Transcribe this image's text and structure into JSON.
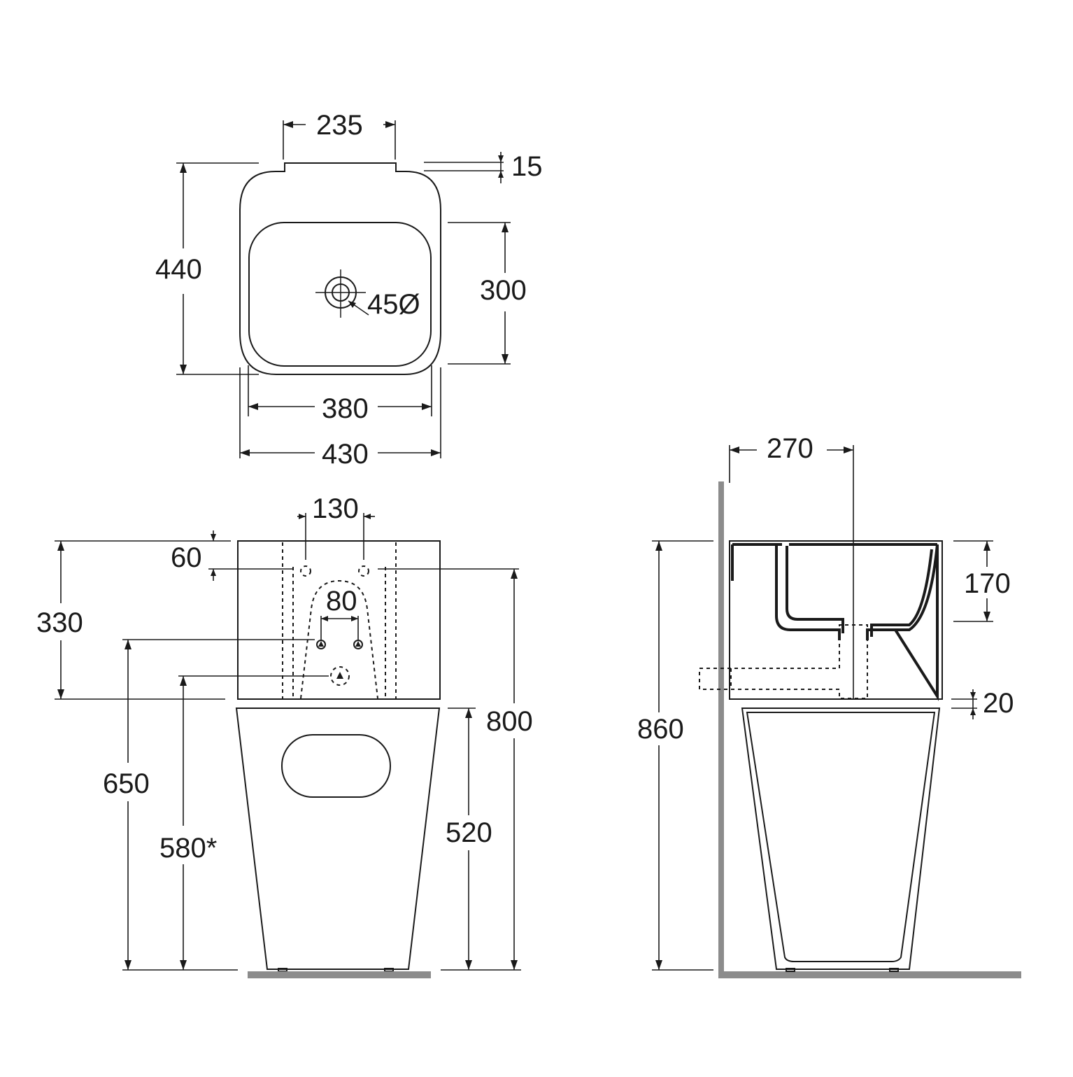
{
  "top_view": {
    "dim_235": "235",
    "dim_15": "15",
    "dim_440": "440",
    "dim_300": "300",
    "dim_45": "45Ø",
    "dim_380": "380",
    "dim_430": "430"
  },
  "front_view": {
    "dim_130": "130",
    "dim_60": "60",
    "dim_330": "330",
    "dim_80": "80",
    "dim_800": "800",
    "dim_650": "650",
    "dim_580": "580*",
    "dim_520": "520"
  },
  "side_view": {
    "dim_270": "270",
    "dim_170": "170",
    "dim_860": "860",
    "dim_20": "20"
  },
  "colors": {
    "line": "#1a1a1a",
    "ground": "#8c8c8c",
    "background": "#ffffff"
  }
}
